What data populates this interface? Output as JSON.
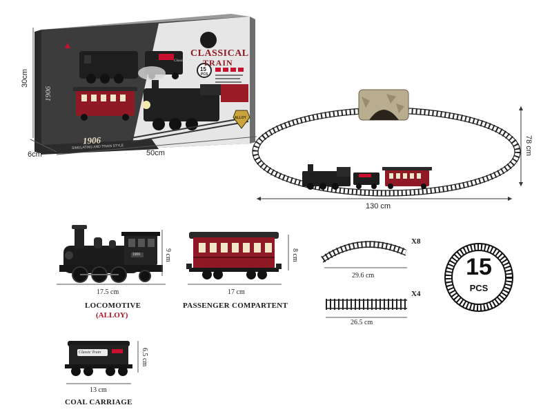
{
  "box": {
    "title_line1": "CLASSICAL",
    "title_line2": "TRAIN",
    "badge_count": "15",
    "badge_unit": "PCS",
    "year_emblem": "1906",
    "year_footer": "1906",
    "subtitle": "SIMULATING AND TRAIN STYLE",
    "alloy_badge": "ALLOY",
    "coal_plate": "Classic Train",
    "height_label": "30cm",
    "depth_label": "6cm",
    "width_label": "50cm"
  },
  "layout_track": {
    "width_label": "130 cm",
    "height_label": "78 cm"
  },
  "parts": {
    "locomotive": {
      "dim_w": "17.5 cm",
      "dim_h": "9 cm",
      "name": "LOCOMOTIVE",
      "sub": "(ALLOY)",
      "plate": "1906"
    },
    "passenger": {
      "dim_w": "17 cm",
      "dim_h": "8 cm",
      "name": "PASSENGER COMPARTENT"
    },
    "curve_track": {
      "dim": "29.6 cm",
      "qty": "X8"
    },
    "straight_track": {
      "dim": "26.5 cm",
      "qty": "X4"
    },
    "coal": {
      "dim_w": "13 cm",
      "dim_h": "6.5 cm",
      "name": "COAL CARRIAGE",
      "plate": "Classic Train"
    }
  },
  "pcs_badge": {
    "count": "15",
    "unit": "PCS"
  }
}
